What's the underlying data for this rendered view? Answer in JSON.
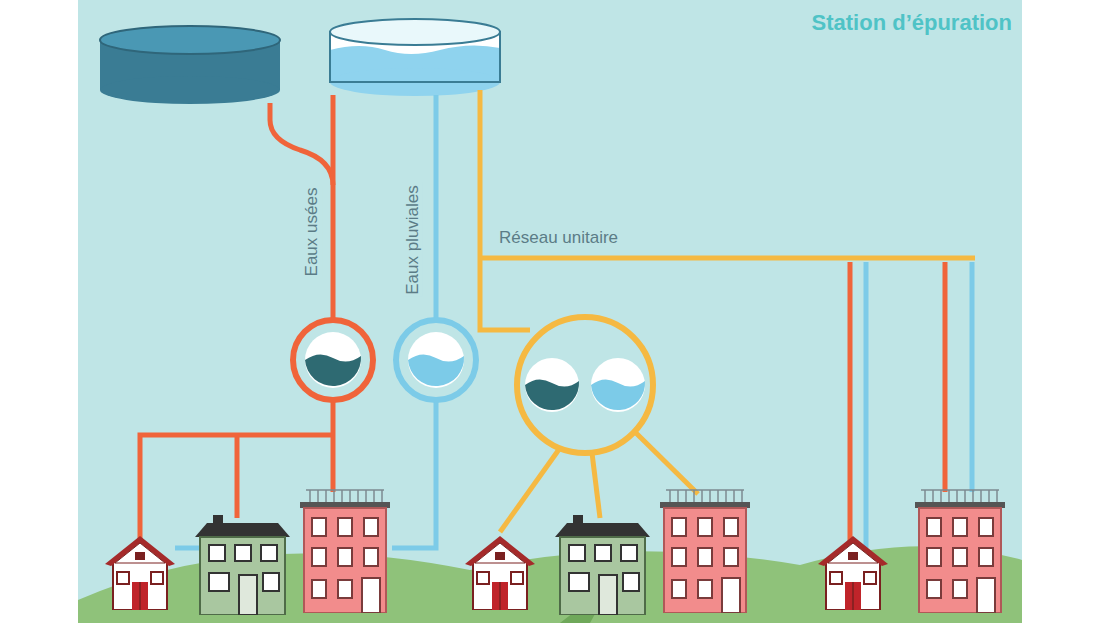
{
  "diagram": {
    "title": "Station d’épuration",
    "labels": [
      "Eaux usées",
      "Eaux pluviales",
      "Réseau unitaire"
    ]
  }
}
